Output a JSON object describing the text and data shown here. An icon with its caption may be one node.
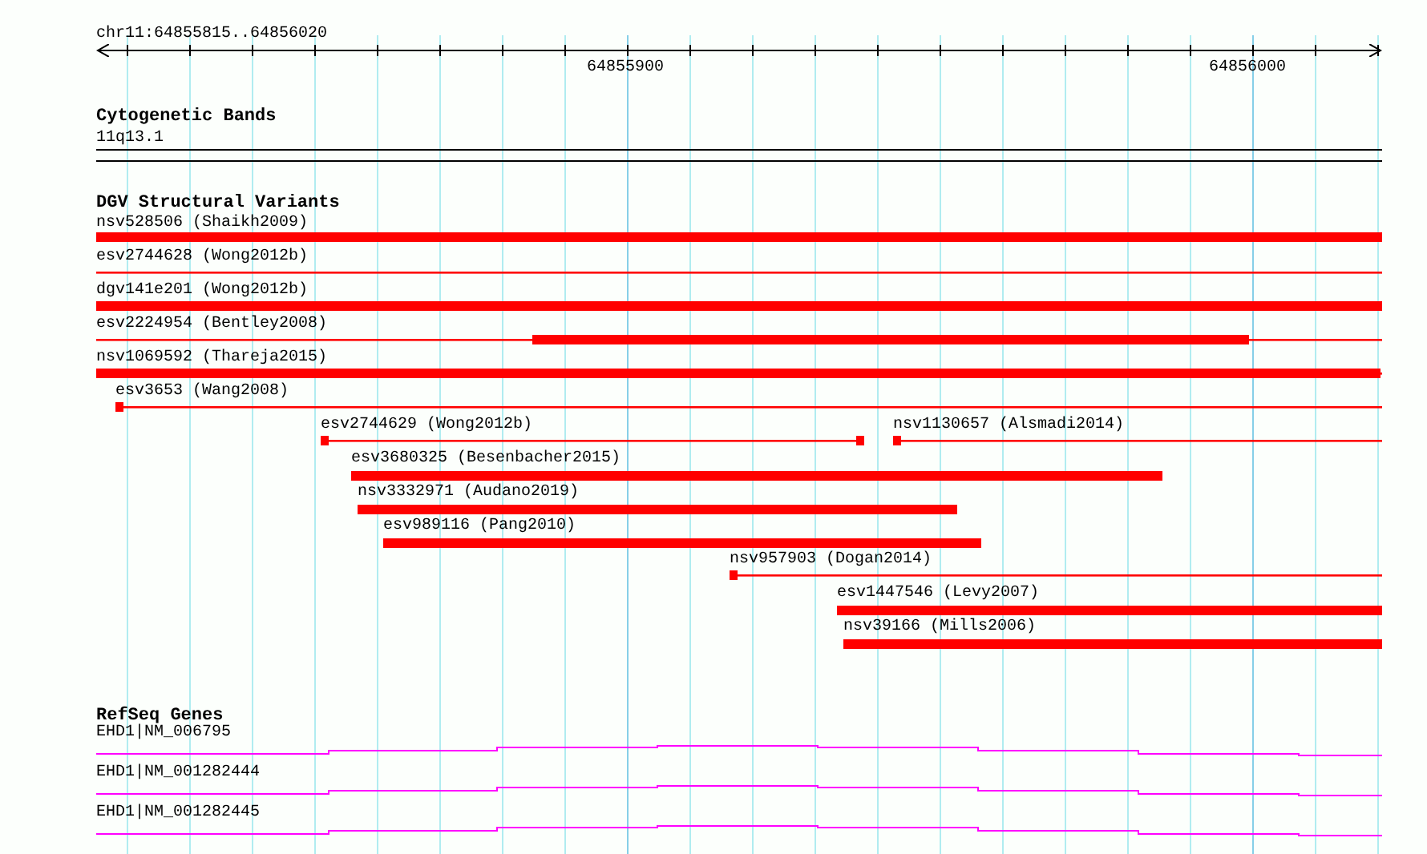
{
  "diagram": {
    "nodes": [
      {
        "text": [
          "11q13.1"
        ]
      },
      {
        "text": [
          "nsv528506 (Shaikh2009)"
        ]
      },
      {
        "text": [
          "esv2744628 (Wong2012b)"
        ]
      },
      {
        "text": [
          "dgv141e201 (Wong2012b)"
        ]
      },
      {
        "text": [
          "esv2224954 (Bentley2008)"
        ]
      },
      {
        "text": [
          "nsv1069592 (Thareja2015)"
        ]
      },
      {
        "text": [
          "esv3653 (Wang2008)"
        ]
      },
      {
        "text": [
          "esv2744629 (Wong2012b)"
        ]
      },
      {
        "text": [
          "nsv1130657 (Alsmadi2014)"
        ]
      },
      {
        "text": [
          "esv3680325 (Besenbacher2015)"
        ]
      },
      {
        "text": [
          "nsv3332971 (Audano2019)"
        ]
      },
      {
        "text": [
          "esv989116 (Pang2010)"
        ]
      },
      {
        "text": [
          "nsv957903 (Dogan2014)"
        ]
      },
      {
        "text": [
          "esv1447546 (Levy2007)"
        ]
      },
      {
        "text": [
          "nsv39166 (Mills2006)"
        ]
      },
      {
        "text": [
          "EHD1|NM_006795"
        ]
      },
      {
        "text": [
          "EHD1|NM_001282444"
        ]
      },
      {
        "text": [
          "EHD1|NM_001282445"
        ]
      }
    ],
    "labels": [
      "chr11:64855815..64856020",
      "64855900",
      "64856000",
      "Cytogenetic Bands",
      "DGV Structural Variants",
      "RefSeq Genes"
    ]
  }
}
